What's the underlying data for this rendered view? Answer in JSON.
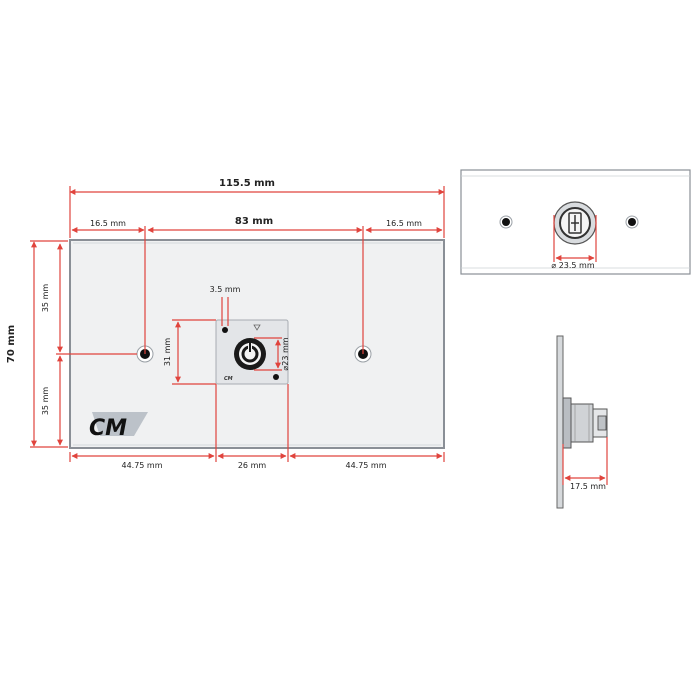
{
  "colors": {
    "dimension_line": "#e0443d",
    "plate": "#f0f1f2",
    "plate_border": "#8a8f96"
  },
  "logo": {
    "text": "CM"
  },
  "front_view": {
    "width": "115.5 mm",
    "left_margin": "16.5 mm",
    "hole_spacing": "83 mm",
    "right_margin": "16.5 mm",
    "height": "70 mm",
    "upper_half": "35 mm",
    "lower_half": "35 mm",
    "offset_label": "3.5 mm",
    "connector_height": "31 mm",
    "connector_diameter": "⌀23 mm",
    "bottom_left": "44.75 mm",
    "bottom_center": "26 mm",
    "bottom_right": "44.75 mm"
  },
  "top_view": {
    "cutout_diameter": "⌀ 23.5 mm"
  },
  "side_view": {
    "depth": "17.5 mm"
  }
}
